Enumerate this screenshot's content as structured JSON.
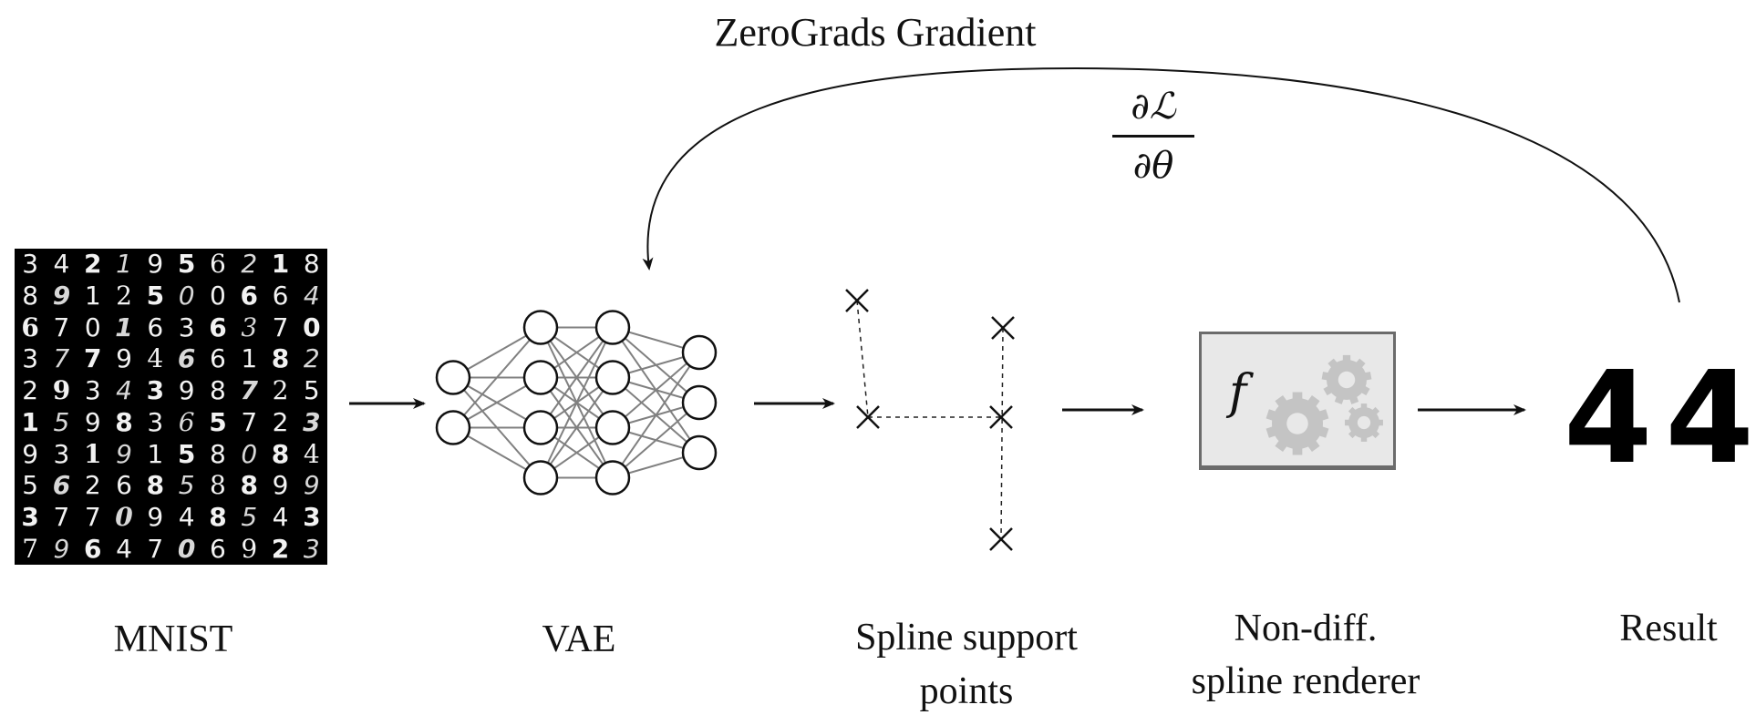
{
  "title": "ZeroGrads Gradient",
  "gradient": {
    "numerator": "∂ℒ",
    "denominator": "∂θ"
  },
  "labels": {
    "mnist": "MNIST",
    "vae": "VAE",
    "spline_line1": "Spline support",
    "spline_line2": "points",
    "renderer_line1": "Non-diff.",
    "renderer_line2": "spline renderer",
    "result": "Result"
  },
  "renderer_symbol": "f",
  "mnist_digits": [
    "3",
    "4",
    "2",
    "1",
    "9",
    "5",
    "6",
    "2",
    "1",
    "8",
    "8",
    "9",
    "1",
    "2",
    "5",
    "0",
    "0",
    "6",
    "6",
    "4",
    "6",
    "7",
    "0",
    "1",
    "6",
    "3",
    "6",
    "3",
    "7",
    "0",
    "3",
    "7",
    "7",
    "9",
    "4",
    "6",
    "6",
    "1",
    "8",
    "2",
    "2",
    "9",
    "3",
    "4",
    "3",
    "9",
    "8",
    "7",
    "2",
    "5",
    "1",
    "5",
    "9",
    "8",
    "3",
    "6",
    "5",
    "7",
    "2",
    "3",
    "9",
    "3",
    "1",
    "9",
    "1",
    "5",
    "8",
    "0",
    "8",
    "4",
    "5",
    "6",
    "2",
    "6",
    "8",
    "5",
    "8",
    "8",
    "9",
    "9",
    "3",
    "7",
    "7",
    "0",
    "9",
    "4",
    "8",
    "5",
    "4",
    "3",
    "7",
    "9",
    "6",
    "4",
    "7",
    "0",
    "6",
    "9",
    "2",
    "3"
  ],
  "result_text": "44",
  "network_layers": [
    2,
    4,
    4,
    3
  ],
  "colors": {
    "stroke": "#111111",
    "network_edge": "#808080",
    "gear": "#c4c4c4",
    "box_fill": "#e8e8e8",
    "box_border": "#6b6b6b"
  }
}
